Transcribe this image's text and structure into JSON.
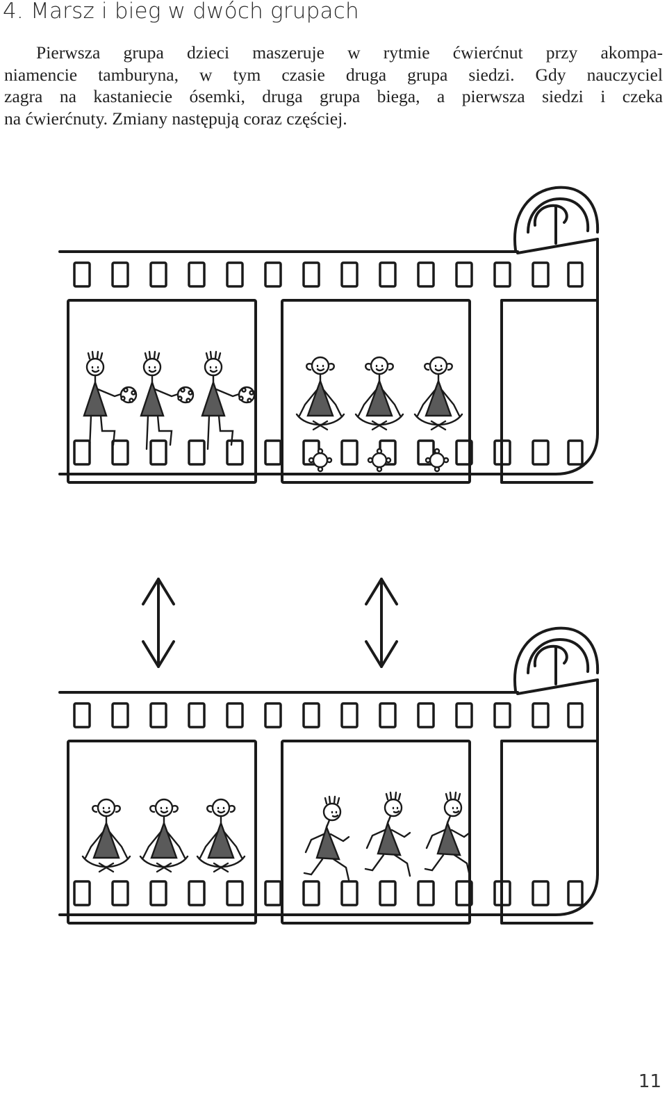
{
  "heading": "4. Marsz i bieg w dwóch grupach",
  "paragraph_lines": [
    "Pierwsza grupa dzieci maszeruje w rytmie ćwierćnut przy akompa-",
    "niamencie tamburyna, w tym czasie druga grupa siedzi. Gdy nauczyciel",
    "zagra na kastaniecie ósemki, druga grupa biega, a pierwsza siedzi i czeka",
    "na ćwierćnuty. Zmiany następują coraz częściej."
  ],
  "page_number": "11",
  "illustration": {
    "film_strips": [
      {
        "frames": [
          {
            "figures": "marching-children-with-tambourines",
            "count": 3
          },
          {
            "figures": "sitting-children-with-castanets",
            "count": 3
          }
        ]
      },
      {
        "frames": [
          {
            "figures": "sitting-children",
            "count": 3
          },
          {
            "figures": "running-children",
            "count": 3
          }
        ]
      }
    ],
    "arrows": [
      "double-arrow-left",
      "double-arrow-right"
    ]
  }
}
